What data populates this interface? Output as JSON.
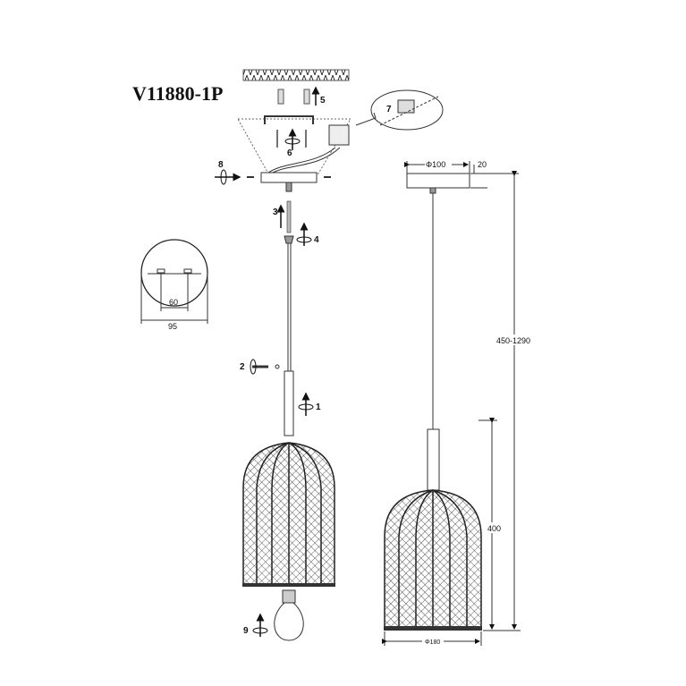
{
  "title": "V11880-1P",
  "steps": [
    "1",
    "2",
    "3",
    "4",
    "5",
    "6",
    "7",
    "8",
    "9"
  ],
  "dimensions": {
    "canopy_diameter": "Φ100",
    "canopy_height": "20",
    "total_height": "450-1290",
    "shade_height": "400",
    "shade_diameter": "Φ180",
    "hole_spacing": "60",
    "bracket_diameter": "95"
  },
  "colors": {
    "line": "#111111",
    "dashed": "#666666"
  }
}
